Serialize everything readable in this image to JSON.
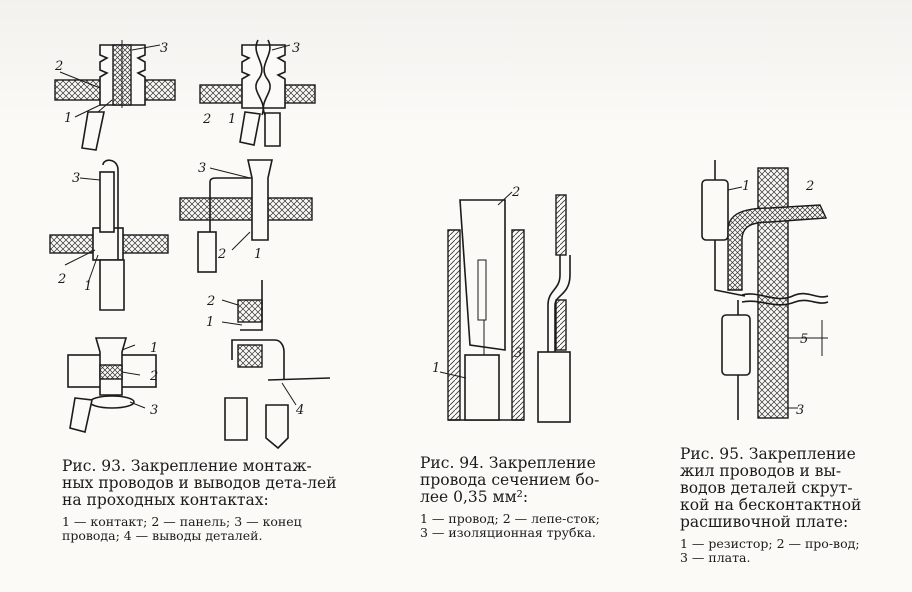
{
  "figures": [
    {
      "id": "fig93",
      "title": "Рис. 93. Закрепление монтаж-ных проводов и выводов дета-лей на проходных контактах:",
      "legend": "1 — контакт; 2 — панель; 3 — конец провода; 4 — выводы деталей.",
      "labels": [
        "3",
        "2",
        "1",
        "3",
        "2",
        "1",
        "3",
        "2",
        "1",
        "3",
        "2",
        "1",
        "2",
        "1",
        "1",
        "2",
        "3",
        "4"
      ]
    },
    {
      "id": "fig94",
      "title": "Рис. 94. Закрепление провода сечением бо-лее 0,35 мм²:",
      "legend": "1 — провод; 2 — лепе-сток; 3 — изоляционная трубка.",
      "labels": [
        "2",
        "1",
        "3"
      ]
    },
    {
      "id": "fig95",
      "title": "Рис. 95. Закрепление жил проводов и вы-водов деталей скрут-кой на бесконтактной расшивочной плате:",
      "legend": "1 — резистор; 2 — про-вод; 3 — плата.",
      "labels": [
        "1",
        "2",
        "5",
        "3"
      ]
    }
  ]
}
